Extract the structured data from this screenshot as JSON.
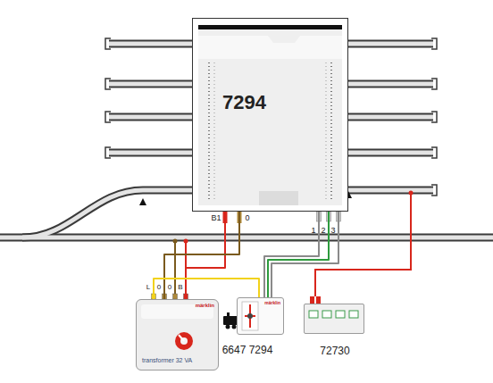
{
  "diagram": {
    "nodes": [
      {
        "text": [
          "7294"
        ]
      },
      {
        "text": [
          "märklin",
          "transformer 32 VA"
        ]
      },
      {
        "text": [
          "märklin",
          "7294"
        ]
      },
      {
        "text": [
          "72730"
        ]
      }
    ],
    "edges": [
      {
        "from": 1,
        "to": 0,
        "arrow": "none"
      },
      {
        "from": 1,
        "to": 0,
        "arrow": "none"
      },
      {
        "from": 1,
        "to": 2,
        "arrow": "none"
      },
      {
        "from": 2,
        "to": 0,
        "arrow": "none"
      },
      {
        "from": 2,
        "to": 0,
        "arrow": "none"
      },
      {
        "from": 2,
        "to": 0,
        "arrow": "none"
      }
    ],
    "labels": [
      "B1",
      "0",
      "1",
      "2",
      "3",
      "L",
      "0",
      "0",
      "B",
      "6647"
    ]
  }
}
